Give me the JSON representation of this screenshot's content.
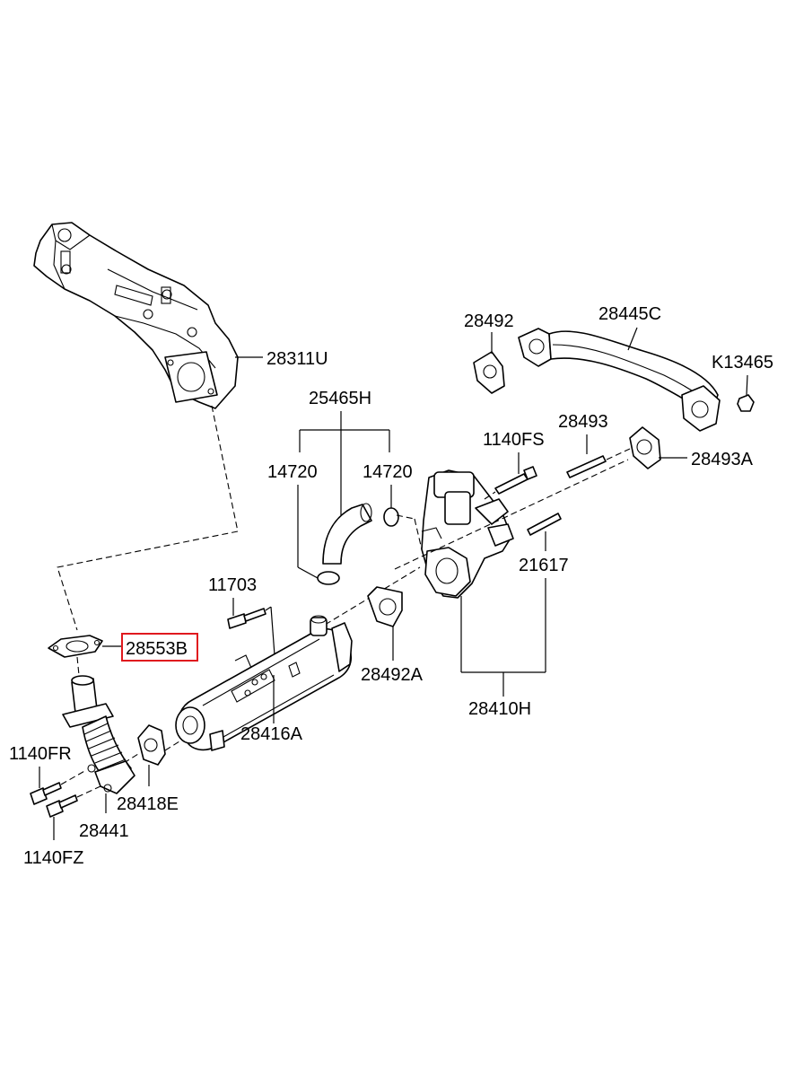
{
  "labels": {
    "p28311U": "28311U",
    "p28492": "28492",
    "p28445C": "28445C",
    "pK13465": "K13465",
    "p25465H": "25465H",
    "p14720a": "14720",
    "p14720b": "14720",
    "p1140FS": "1140FS",
    "p28493": "28493",
    "p28493A": "28493A",
    "p11703": "11703",
    "p21617": "21617",
    "p28553B": "28553B",
    "p28492A": "28492A",
    "p28416A": "28416A",
    "p28410H": "28410H",
    "p1140FR": "1140FR",
    "p28418E": "28418E",
    "p28441": "28441",
    "p1140FZ": "1140FZ"
  },
  "highlight": {
    "part": "28553B",
    "color": "#e0191e"
  }
}
